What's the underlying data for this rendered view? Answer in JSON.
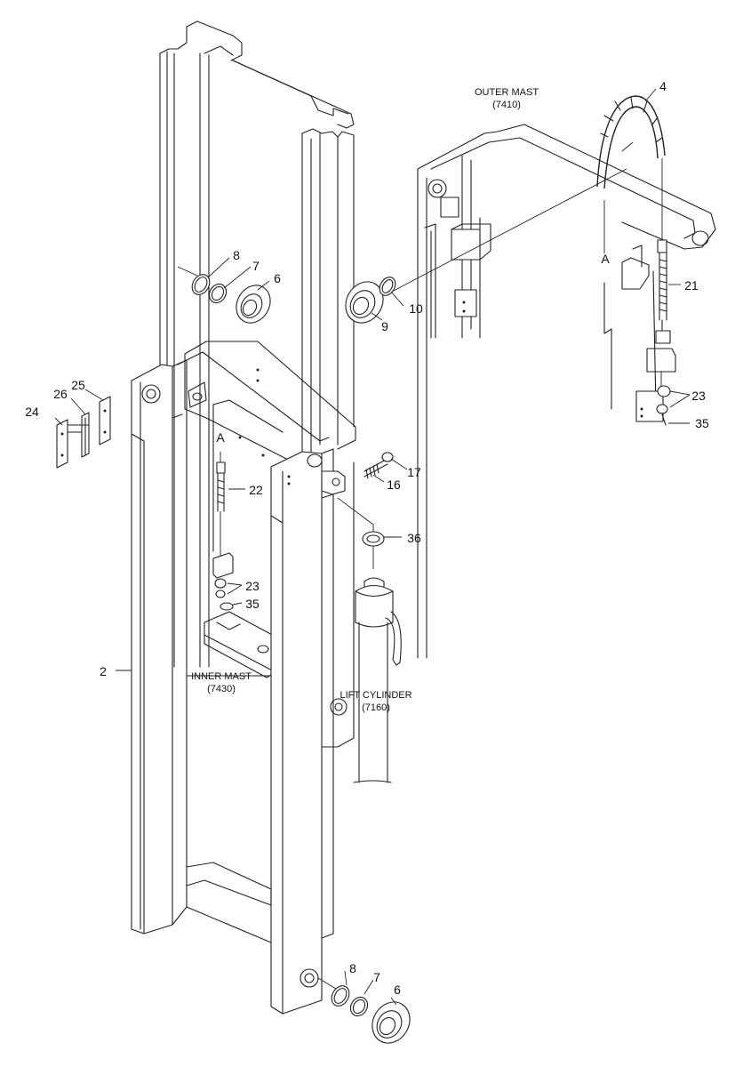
{
  "callouts": {
    "c2": "2",
    "c4": "4",
    "c6a": "6",
    "c7a": "7",
    "c8a": "8",
    "c6b": "6",
    "c7b": "7",
    "c8b": "8",
    "c9": "9",
    "c10": "10",
    "c16": "16",
    "c17": "17",
    "c21": "21",
    "c22": "22",
    "c23a": "23",
    "c23b": "23",
    "c24": "24",
    "c25": "25",
    "c26": "26",
    "c35a": "35",
    "c35b": "35",
    "c36": "36",
    "refA1": "A",
    "refA2": "A"
  },
  "assemblies": {
    "outer_mast": {
      "name": "OUTER MAST",
      "code": "(7410)"
    },
    "inner_mast": {
      "name": "INNER MAST",
      "code": "(7430)"
    },
    "lift_cylinder": {
      "name": "LIFT CYLINDER",
      "code": "(7160)"
    }
  }
}
